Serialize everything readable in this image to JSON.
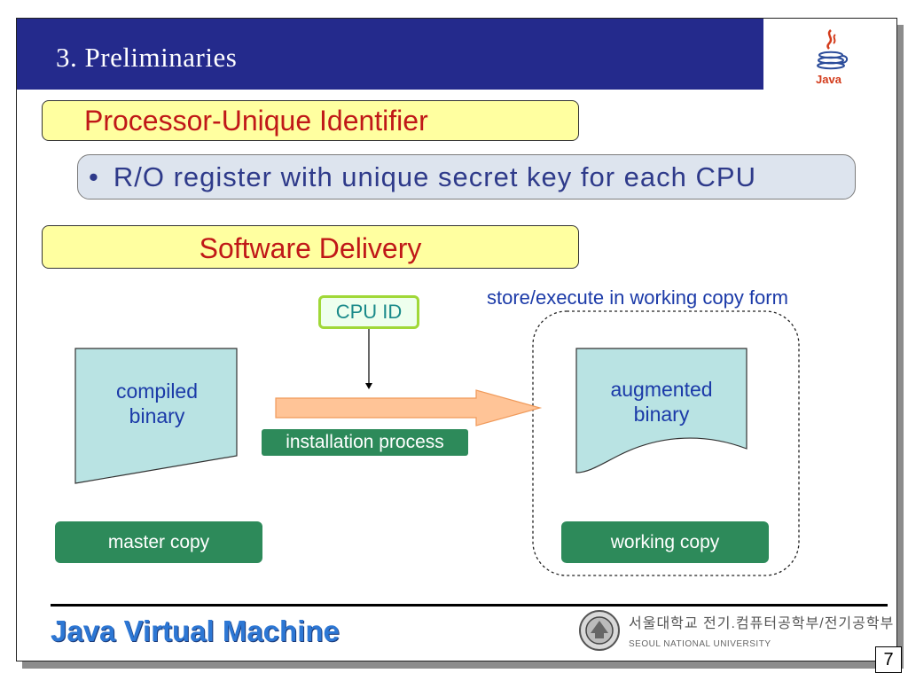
{
  "slide": {
    "title": "3. Preliminaries",
    "java_logo_text": "Java",
    "heading_pui": "Processor-Unique Identifier",
    "bullet_symbol": "•",
    "bullet_text": "R/O register with unique secret key for each CPU",
    "heading_delivery": "Software Delivery",
    "footer_title": "Java Virtual Machine",
    "university_korean": "서울대학교 전기.컴퓨터공학부/전기공학부",
    "university_english": "SEOUL NATIONAL UNIVERSITY",
    "page_number": "7"
  },
  "diagram": {
    "cpu_id": "CPU ID",
    "store_label": "store/execute in working copy form",
    "compiled_line1": "compiled",
    "compiled_line2": "binary",
    "augmented_line1": "augmented",
    "augmented_line2": "binary",
    "installation_label": "installation process",
    "master_copy": "master copy",
    "working_copy": "working copy",
    "colors": {
      "doc_fill": "#b9e3e3",
      "arrow_fill": "#ffc497",
      "arrow_stroke": "#f09a5a",
      "green_label": "#2d8a5a",
      "title_bar": "#242a8c",
      "heading_box": "#ffffa0"
    }
  }
}
